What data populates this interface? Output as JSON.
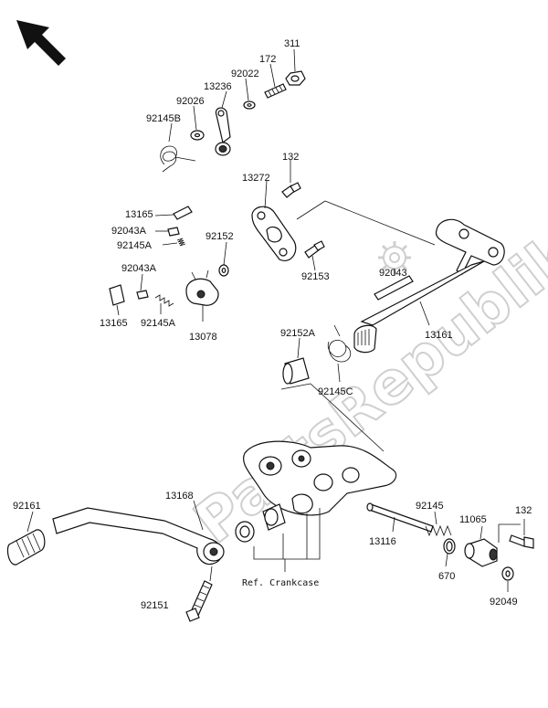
{
  "watermark": "PartsRepublik",
  "reference_note": "Ref. Crankcase",
  "part_labels": {
    "p311": "311",
    "p172": "172",
    "p92022": "92022",
    "p13236": "13236",
    "p92026": "92026",
    "p92145B": "92145B",
    "p132_top": "132",
    "p13272": "13272",
    "p13165_top": "13165",
    "p92043A_top": "92043A",
    "p92145A_top": "92145A",
    "p92152": "92152",
    "p92043A_mid": "92043A",
    "p92153": "92153",
    "p92043": "92043",
    "p13165_bot": "13165",
    "p92145A_bot": "92145A",
    "p13078": "13078",
    "p13161": "13161",
    "p92152A": "92152A",
    "p92145C": "92145C",
    "p92161": "92161",
    "p13168": "13168",
    "p92145": "92145",
    "p11065": "11065",
    "p132_right": "132",
    "p13116": "13116",
    "p670": "670",
    "p92049": "92049",
    "p92151": "92151"
  },
  "icons": {
    "orientation": "arrow-up-left-icon",
    "gear_watermark": "gear-icon"
  },
  "colors": {
    "ink": "#111111",
    "watermark": "#cfcfcf"
  }
}
